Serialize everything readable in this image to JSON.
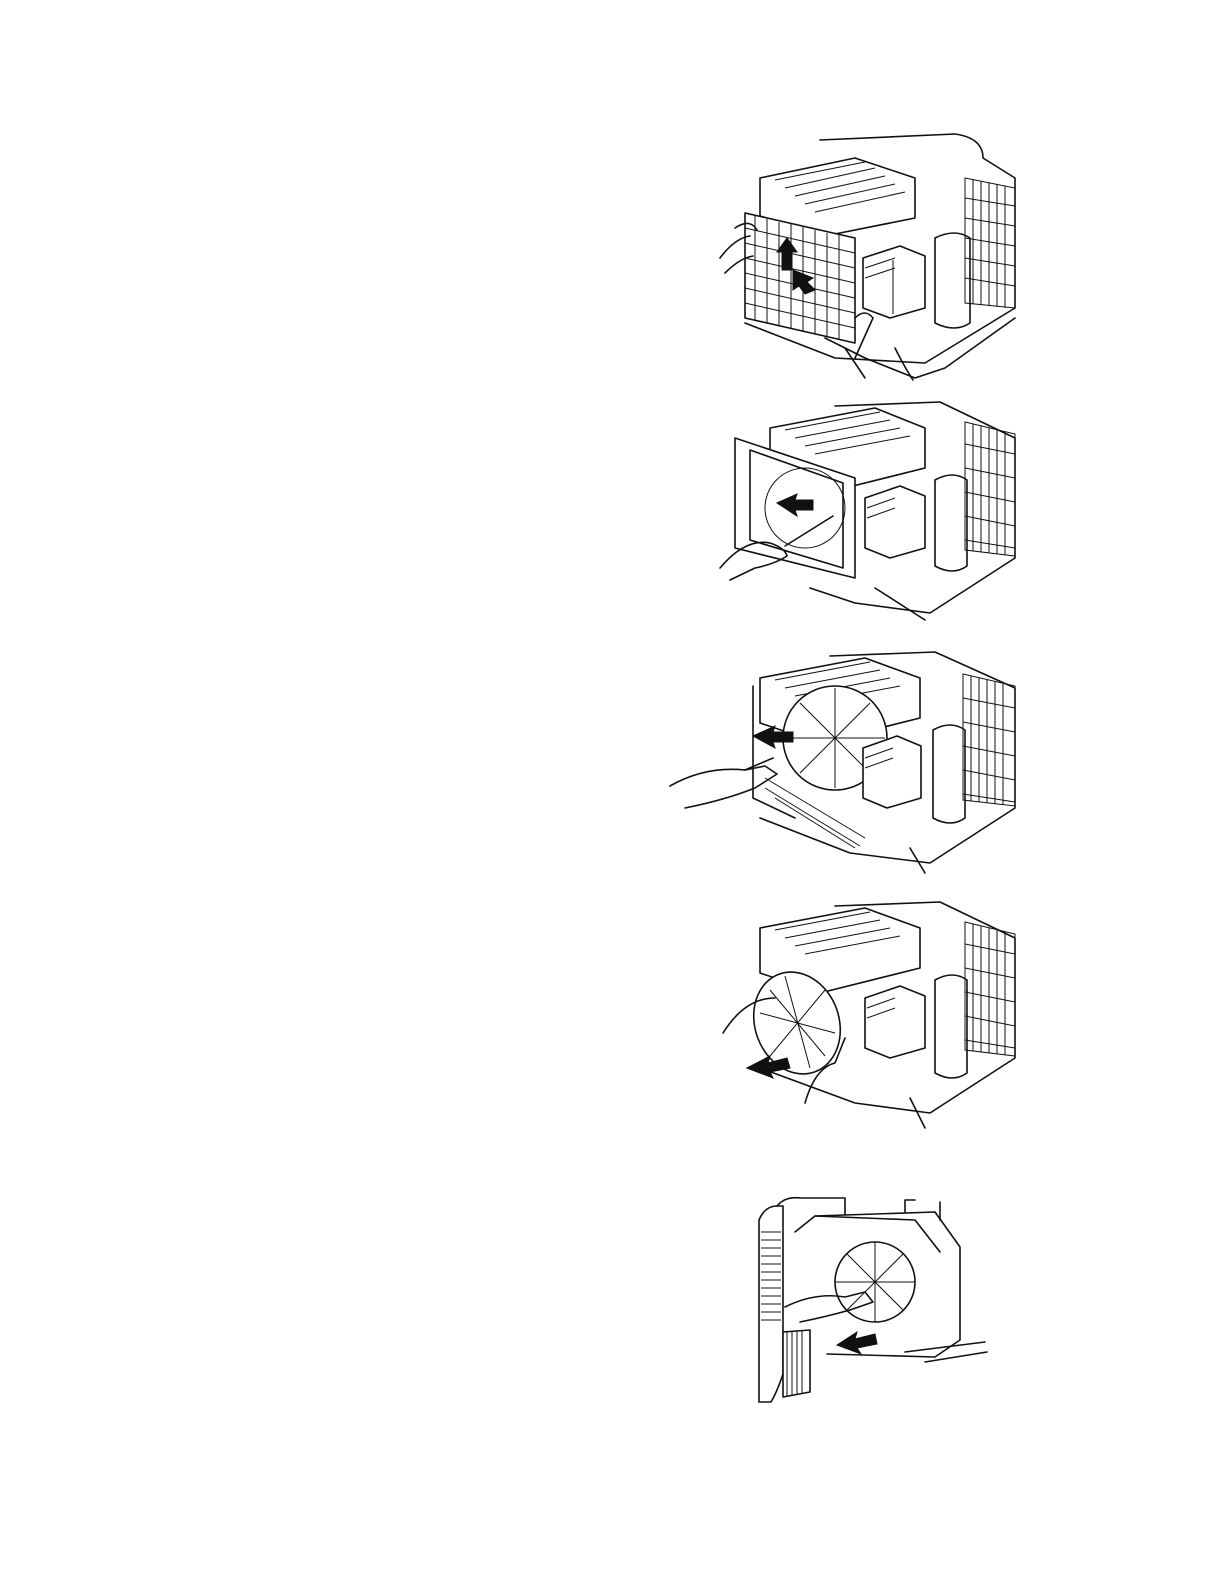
{
  "page": {
    "background": "#ffffff",
    "ink_color": "#111111"
  },
  "figures": [
    {
      "id": "fig-1",
      "depicts": "remove-front-filter-grille",
      "arrow": "up-down-out"
    },
    {
      "id": "fig-2",
      "depicts": "remove-blower-housing-screw",
      "arrow": "out"
    },
    {
      "id": "fig-3",
      "depicts": "loosen-fan-clamp-screw",
      "arrow": "out"
    },
    {
      "id": "fig-4",
      "depicts": "pull-out-blower-fan",
      "arrow": "out"
    },
    {
      "id": "fig-5",
      "depicts": "remove-condenser-fan-from-shroud",
      "arrow": "out"
    }
  ]
}
